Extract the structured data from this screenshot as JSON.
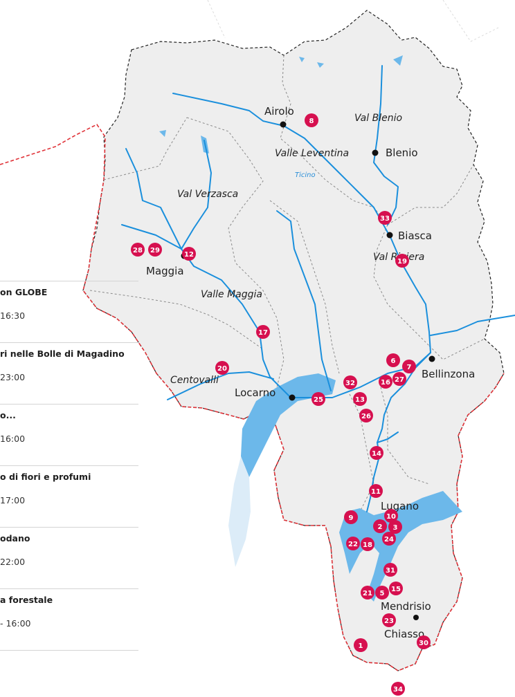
{
  "colors": {
    "land": "#eeeeee",
    "river": "#1a8fdc",
    "lake": "#6cb8ea",
    "border_dashed": "#e03238",
    "district_border": "#8a8a8a",
    "marker": "#d6104f",
    "city_dot": "#111111"
  },
  "places": [
    {
      "id": "airolo",
      "name": "Airolo"
    },
    {
      "id": "blenio",
      "name": "Blenio"
    },
    {
      "id": "biasca",
      "name": "Biasca"
    },
    {
      "id": "maggia",
      "name": "Maggia"
    },
    {
      "id": "bellinzona",
      "name": "Bellinzona"
    },
    {
      "id": "locarno",
      "name": "Locarno"
    },
    {
      "id": "lugano",
      "name": "Lugano"
    },
    {
      "id": "mendrisio",
      "name": "Mendrisio"
    },
    {
      "id": "chiasso",
      "name": "Chiasso"
    }
  ],
  "regions": [
    {
      "id": "val-blenio",
      "name": "Val Blenio"
    },
    {
      "id": "valle-leventina",
      "name": "Valle Leventina"
    },
    {
      "id": "val-verzasca",
      "name": "Val Verzasca"
    },
    {
      "id": "val-riviera",
      "name": "Val Riviera"
    },
    {
      "id": "valle-maggia",
      "name": "Valle Maggia"
    },
    {
      "id": "centovalli",
      "name": "Centovalli"
    }
  ],
  "river_label": "Ticino",
  "markers": [
    {
      "n": "8"
    },
    {
      "n": "33"
    },
    {
      "n": "19"
    },
    {
      "n": "28"
    },
    {
      "n": "29"
    },
    {
      "n": "12"
    },
    {
      "n": "17"
    },
    {
      "n": "20"
    },
    {
      "n": "6"
    },
    {
      "n": "7"
    },
    {
      "n": "27"
    },
    {
      "n": "16"
    },
    {
      "n": "32"
    },
    {
      "n": "13"
    },
    {
      "n": "25"
    },
    {
      "n": "26"
    },
    {
      "n": "14"
    },
    {
      "n": "11"
    },
    {
      "n": "10"
    },
    {
      "n": "9"
    },
    {
      "n": "2"
    },
    {
      "n": "3"
    },
    {
      "n": "24"
    },
    {
      "n": "22"
    },
    {
      "n": "18"
    },
    {
      "n": "31"
    },
    {
      "n": "15"
    },
    {
      "n": "21"
    },
    {
      "n": "5"
    },
    {
      "n": "23"
    },
    {
      "n": "1"
    },
    {
      "n": "30"
    },
    {
      "n": "34"
    }
  ],
  "events": [
    {
      "title": "on GLOBE",
      "time": "16:30"
    },
    {
      "title": "ri nelle Bolle di Magadino",
      "time": "23:00"
    },
    {
      "title": "o...",
      "time": "16:00"
    },
    {
      "title": "o di fiori e profumi",
      "time": "17:00"
    },
    {
      "title": "odano",
      "time": "22:00"
    },
    {
      "title": "a forestale",
      "time": "- 16:00"
    }
  ]
}
